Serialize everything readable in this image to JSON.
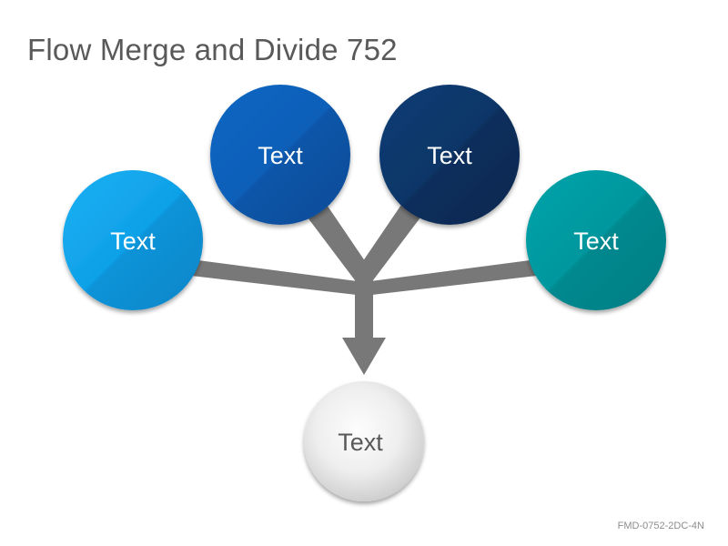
{
  "title": "Flow Merge and Divide 752",
  "footer_code": "FMD-0752-2DC-4N",
  "nodes": [
    {
      "id": "node-1",
      "label": "Text",
      "color": "#12A4E8"
    },
    {
      "id": "node-2",
      "label": "Text",
      "color": "#0A5DB5"
    },
    {
      "id": "node-3",
      "label": "Text",
      "color": "#0B3568"
    },
    {
      "id": "node-4",
      "label": "Text",
      "color": "#03989F"
    },
    {
      "id": "target",
      "label": "Text",
      "color": "#E3E3E3"
    }
  ],
  "connector_color": "#787878"
}
